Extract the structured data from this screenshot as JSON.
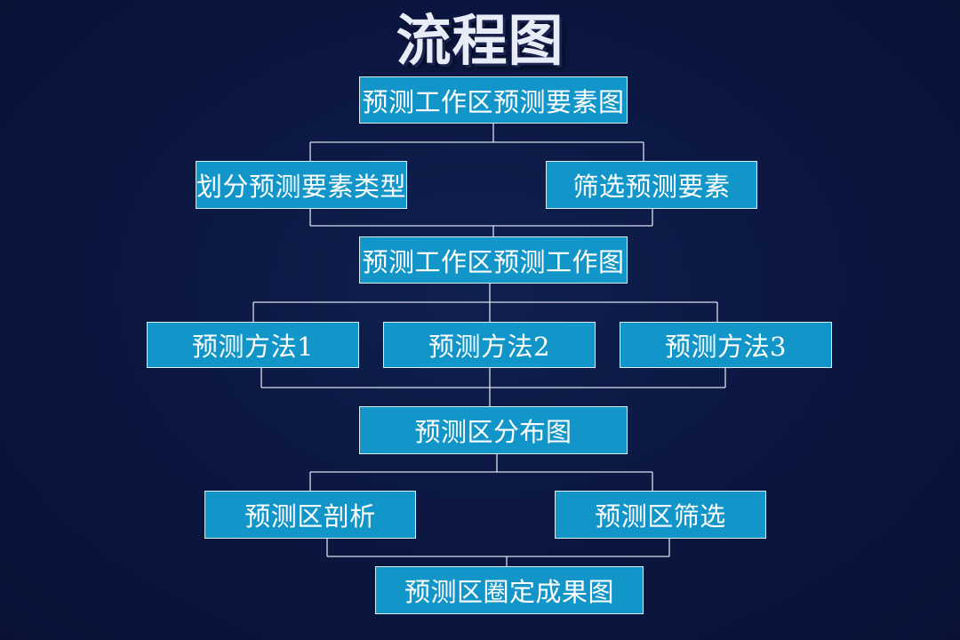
{
  "title": "流程图",
  "colors": {
    "background": "#0b1640",
    "node_fill": "#1296c9",
    "node_border": "#d9eef8",
    "connector": "#d9dfee",
    "title_text": "#e8ecf6"
  },
  "nodes": [
    {
      "id": "n1",
      "label": "预测工作区预测要素图"
    },
    {
      "id": "n2",
      "label": "划分预测要素类型"
    },
    {
      "id": "n3",
      "label": "筛选预测要素"
    },
    {
      "id": "n4",
      "label": "预测工作区预测工作图"
    },
    {
      "id": "n5",
      "label": "预测方法1"
    },
    {
      "id": "n6",
      "label": "预测方法2"
    },
    {
      "id": "n7",
      "label": "预测方法3"
    },
    {
      "id": "n8",
      "label": "预测区分布图"
    },
    {
      "id": "n9",
      "label": "预测区剖析"
    },
    {
      "id": "n10",
      "label": "预测区筛选"
    },
    {
      "id": "n11",
      "label": "预测区圈定成果图"
    }
  ],
  "edges": [
    {
      "from": "n1",
      "to": "n2"
    },
    {
      "from": "n1",
      "to": "n3"
    },
    {
      "from": "n2",
      "to": "n4"
    },
    {
      "from": "n3",
      "to": "n4"
    },
    {
      "from": "n4",
      "to": "n5"
    },
    {
      "from": "n4",
      "to": "n6"
    },
    {
      "from": "n4",
      "to": "n7"
    },
    {
      "from": "n5",
      "to": "n8"
    },
    {
      "from": "n6",
      "to": "n8"
    },
    {
      "from": "n7",
      "to": "n8"
    },
    {
      "from": "n8",
      "to": "n9"
    },
    {
      "from": "n8",
      "to": "n10"
    },
    {
      "from": "n9",
      "to": "n11"
    },
    {
      "from": "n10",
      "to": "n11"
    }
  ]
}
